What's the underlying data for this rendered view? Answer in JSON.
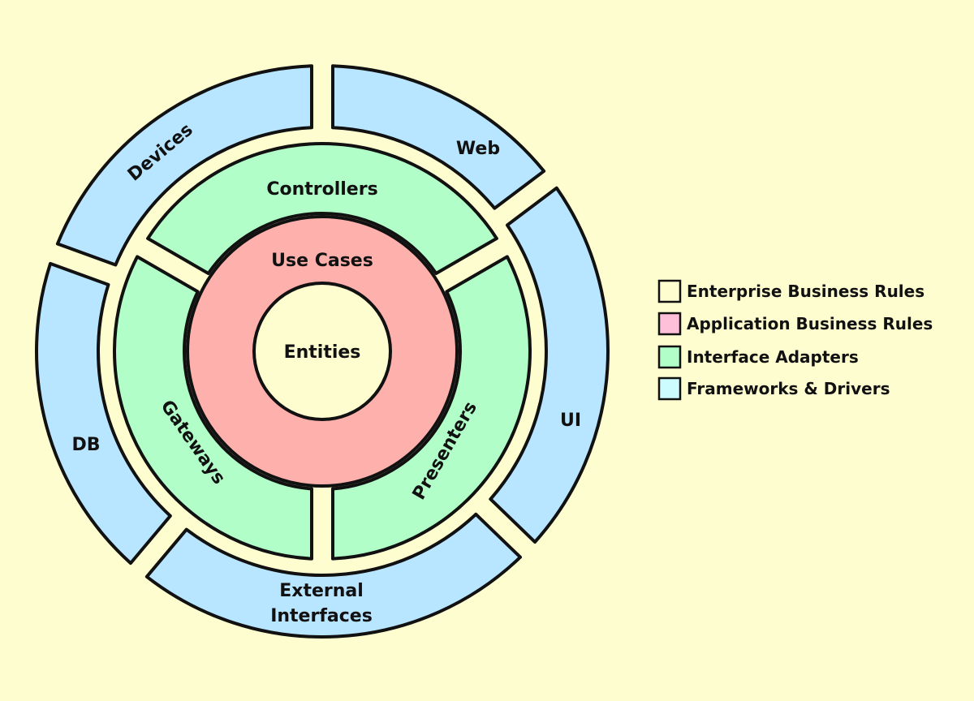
{
  "colors": {
    "background": "#fefdd0",
    "enterprise": "#fefdd0",
    "application": "#feb0ac",
    "interface": "#b1fec8",
    "frameworks": "#b8e5ff",
    "outline": "#111111"
  },
  "center": {
    "label": "Entities",
    "layer": "enterprise"
  },
  "use_cases": {
    "label": "Use Cases",
    "layer": "application"
  },
  "adapters": [
    {
      "label": "Controllers",
      "layer": "interface"
    },
    {
      "label": "Presenters",
      "layer": "interface"
    },
    {
      "label": "Gateways",
      "layer": "interface"
    }
  ],
  "frameworks": [
    {
      "label": "Web",
      "layer": "frameworks"
    },
    {
      "label": "UI",
      "layer": "frameworks"
    },
    {
      "label": "External",
      "label2": "Interfaces",
      "layer": "frameworks"
    },
    {
      "label": "DB",
      "layer": "frameworks"
    },
    {
      "label": "Devices",
      "layer": "frameworks"
    }
  ],
  "legend": [
    {
      "label": "Enterprise Business Rules",
      "color": "#fefdd0"
    },
    {
      "label": "Application Business Rules",
      "color": "#fdc0d8"
    },
    {
      "label": "Interface Adapters",
      "color": "#b1fec8"
    },
    {
      "label": "Frameworks & Drivers",
      "color": "#ccfcff"
    }
  ]
}
